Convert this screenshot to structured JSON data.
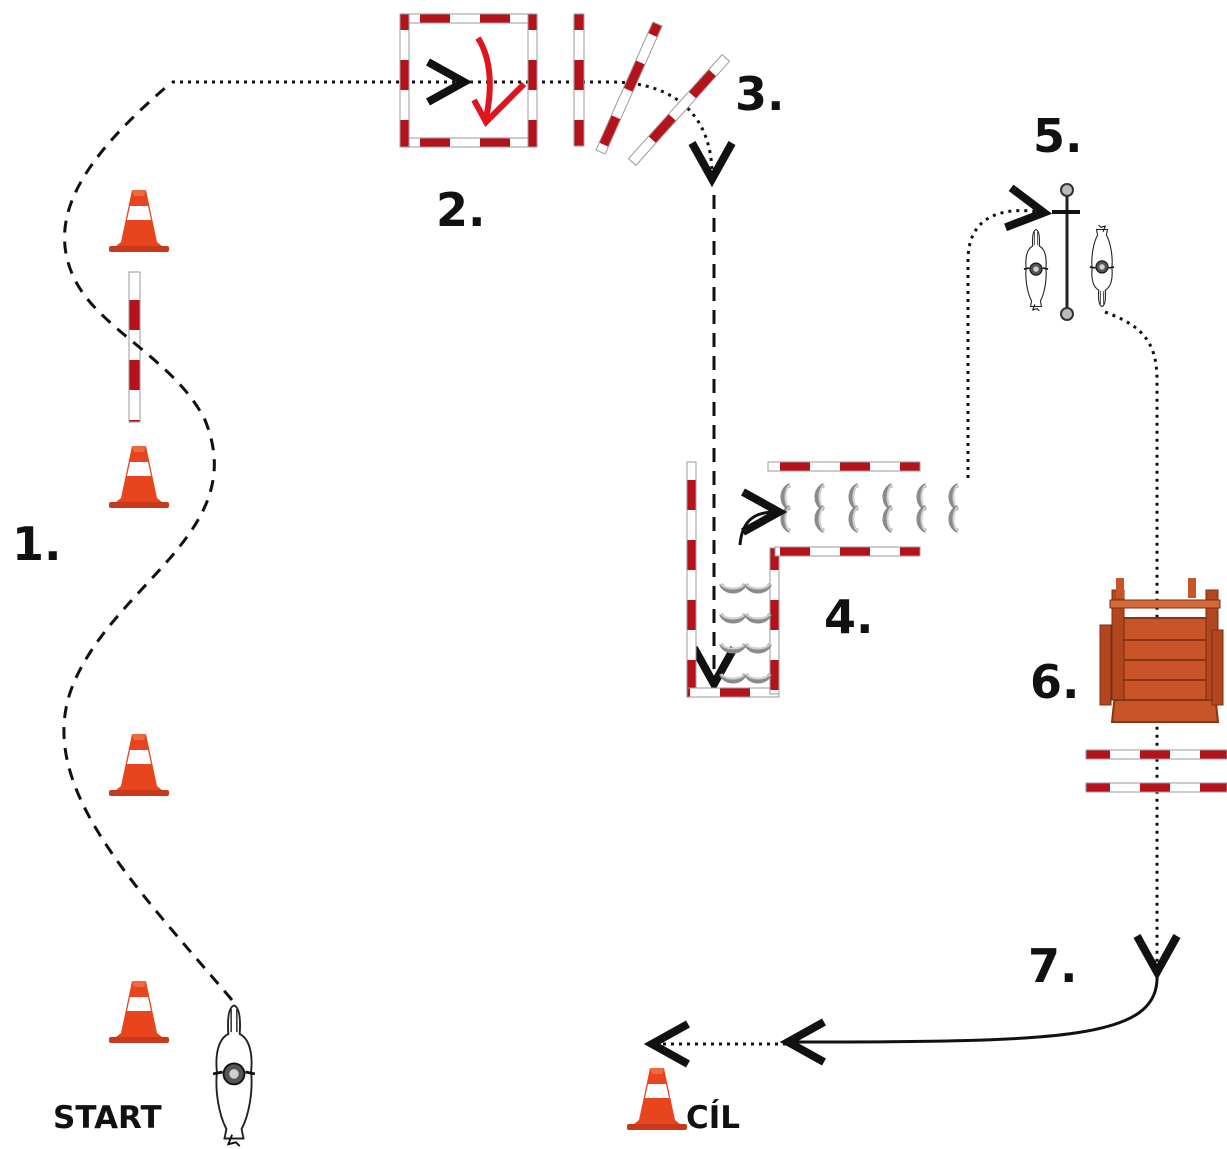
{
  "stations": [
    {
      "id": "1",
      "label": "1."
    },
    {
      "id": "2",
      "label": "2."
    },
    {
      "id": "3",
      "label": "3."
    },
    {
      "id": "4",
      "label": "4."
    },
    {
      "id": "5",
      "label": "5."
    },
    {
      "id": "6",
      "label": "6."
    },
    {
      "id": "7",
      "label": "7."
    }
  ],
  "start_label": "START",
  "finish_label": "CÍL",
  "colors": {
    "pole_red": "#b5121b",
    "cone_orange": "#e8451e",
    "bridge_wood": "#c8542a",
    "path": "#111111",
    "arrow_red": "#e0141e"
  },
  "icons": [
    "traffic-cone-icon",
    "ground-pole-icon",
    "horse-icon",
    "horseshoe-icon",
    "bridge-icon",
    "gate-icon"
  ]
}
